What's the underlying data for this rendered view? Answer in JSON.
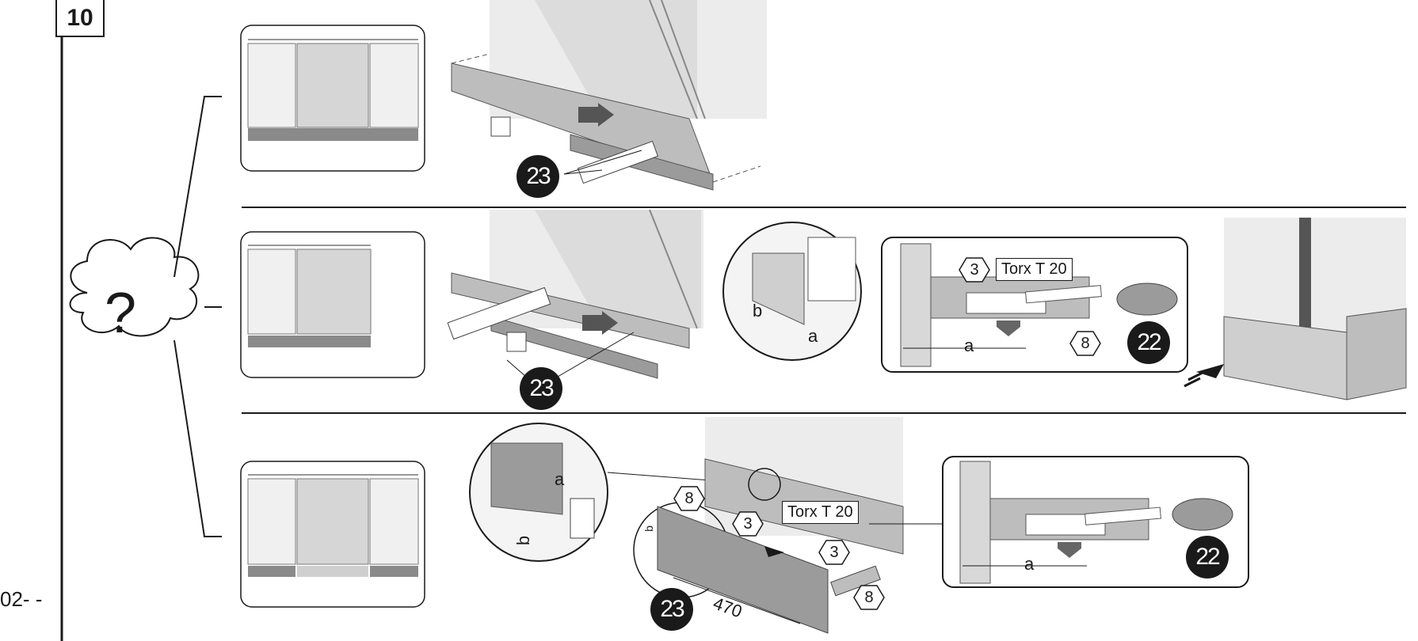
{
  "step_number": "10",
  "page_code": "02- -",
  "question_mark": "?",
  "part_number": "23",
  "screw_part": "3",
  "bracket_part": "8",
  "tool_part": "22",
  "tool_label": "Torx T 20",
  "dim_a": "a",
  "dim_b": "b",
  "dim_470": "470"
}
